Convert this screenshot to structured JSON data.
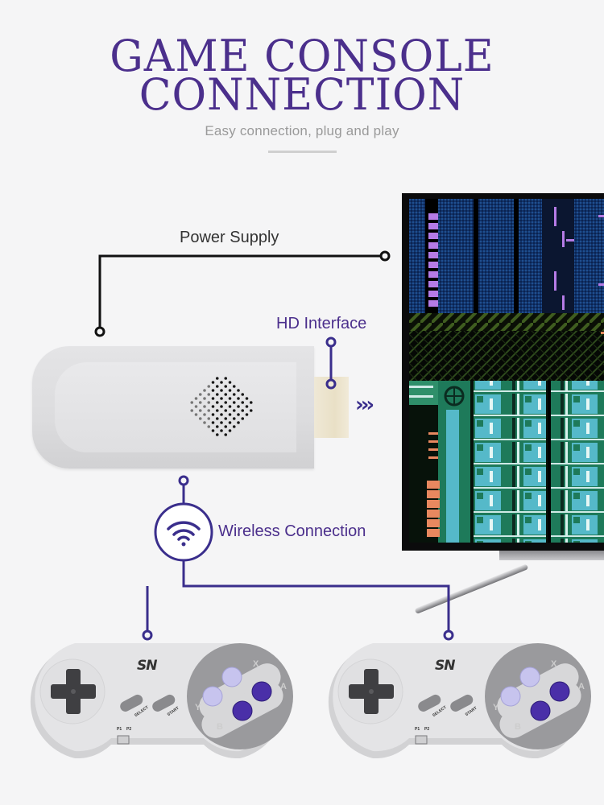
{
  "header": {
    "title_line1": "GAME CONSOLE",
    "title_line2": "CONNECTION",
    "subtitle": "Easy connection, plug and play"
  },
  "labels": {
    "power_supply": "Power Supply",
    "hd_interface": "HD Interface",
    "wireless_connection": "Wireless Connection",
    "arrows": "›››"
  },
  "icons": {
    "wifi": "wifi-icon",
    "arrows": "chevrons-right-icon"
  },
  "colors": {
    "brand_purple": "#4b2f8c",
    "wire_dark": "#111111",
    "background": "#f5f5f6"
  },
  "controllers": [
    {
      "brand": "SN",
      "select_label": "SELECT",
      "start_label": "START",
      "switch_labels": [
        "P1",
        "P2"
      ],
      "face_labels": {
        "x": "X",
        "a": "A",
        "b": "B",
        "y": "Y"
      }
    },
    {
      "brand": "SN",
      "select_label": "SELECT",
      "start_label": "START",
      "switch_labels": [
        "P1",
        "P2"
      ],
      "face_labels": {
        "x": "X",
        "a": "A",
        "b": "B",
        "y": "Y"
      }
    }
  ]
}
